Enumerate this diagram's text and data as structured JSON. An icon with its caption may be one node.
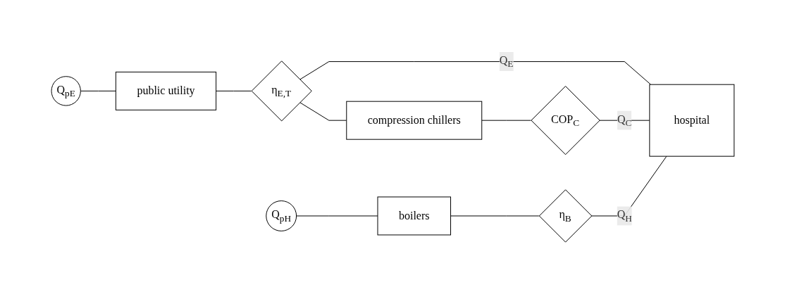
{
  "diagram": {
    "nodes": [
      {
        "text": [
          "Q$_{pE}$"
        ]
      },
      {
        "text": [
          "public utility"
        ]
      },
      {
        "text": [
          "η$_{E,T}$"
        ]
      },
      {
        "text": [
          "compression chillers"
        ]
      },
      {
        "text": [
          "COP$_{C}$"
        ]
      },
      {
        "text": [
          "Q$_{pH}$"
        ]
      },
      {
        "text": [
          "boilers"
        ]
      },
      {
        "text": [
          "η$_{B}$"
        ]
      },
      {
        "text": [
          "hospital"
        ]
      }
    ],
    "edges": [
      {
        "from": 0,
        "to": 1,
        "arrow": "none"
      },
      {
        "from": 1,
        "to": 2,
        "arrow": "none"
      },
      {
        "from": 2,
        "to": 8,
        "arrow": "none",
        "label": "Q$_{E}$"
      },
      {
        "from": 2,
        "to": 3,
        "arrow": "none"
      },
      {
        "from": 3,
        "to": 4,
        "arrow": "none"
      },
      {
        "from": 4,
        "to": 8,
        "arrow": "none",
        "label": "Q$_{C}$"
      },
      {
        "from": 5,
        "to": 6,
        "arrow": "none"
      },
      {
        "from": 6,
        "to": 7,
        "arrow": "none"
      },
      {
        "from": 7,
        "to": 8,
        "arrow": "none",
        "label": "Q$_{H}$"
      }
    ]
  }
}
